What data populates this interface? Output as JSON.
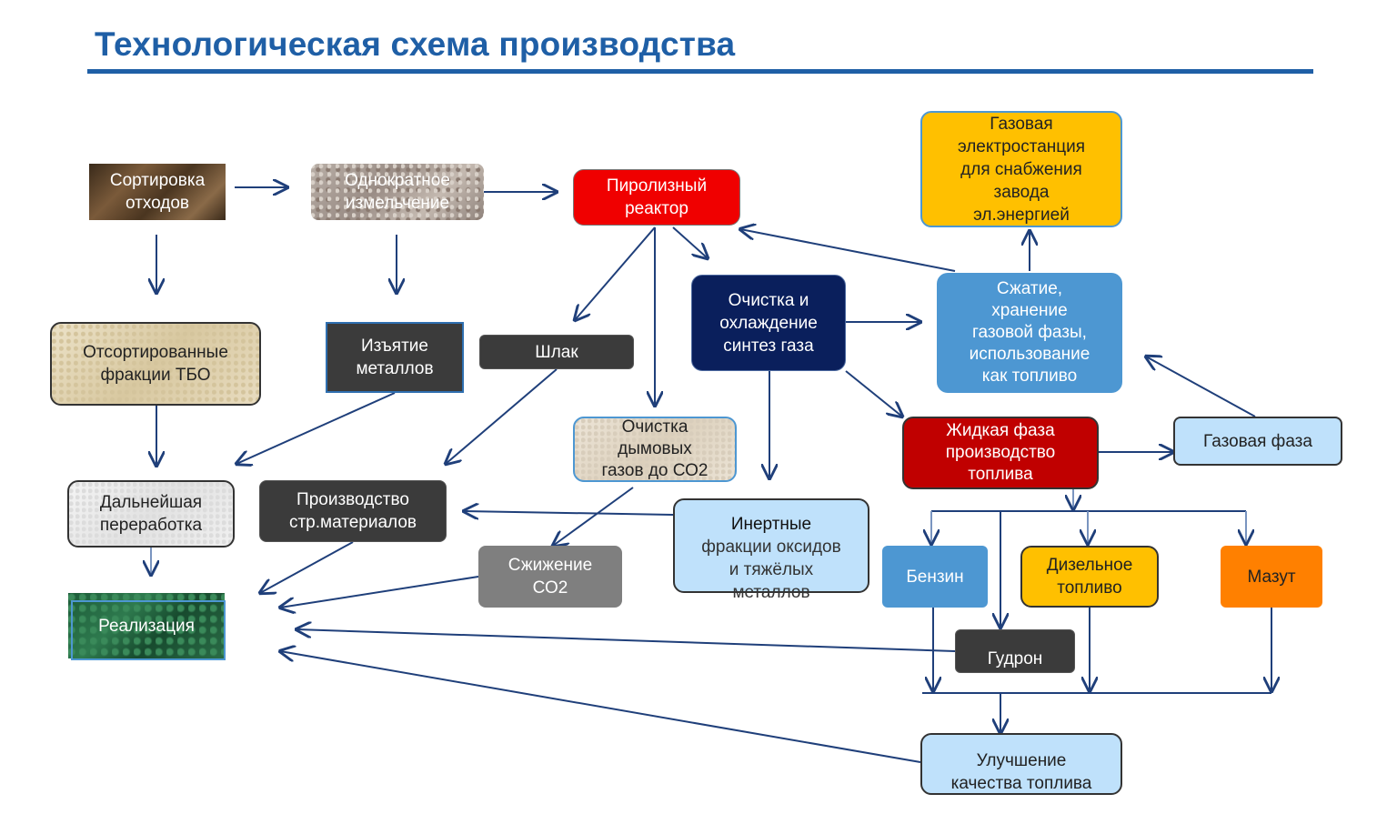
{
  "title": "Технологическая схема производства",
  "nodes": {
    "sorting": "Сортировка\nотходов",
    "shredding": "Однократное\nизмельчение",
    "reactor": "Пиролизный\nреактор",
    "power_plant": "Газовая\nэлектростанция\nдля снабжения\nзавода\nэл.энергией",
    "sorted_fractions": "Отсортированные\nфракции ТБО",
    "metal_removal": "Изъятие\nметаллов",
    "slag": "Шлак",
    "gas_cleaning": "Очистка и\nохлаждение\nсинтез газа",
    "compression": "Сжатие,\nхранение\nгазовой фазы,\nиспользование\nкак топливо",
    "flue_gas": "Очистка\nдымовых\nгазов до СО2",
    "liquid_phase": "Жидкая фаза\nпроизводство\nтоплива",
    "gas_phase": "Газовая фаза",
    "further_processing": "Дальнейшая\nпереработка",
    "building_materials": "Производство\nстр.материалов",
    "inert_title": "Инертные",
    "inert_rest": "фракции оксидов\nи тяжёлых\nметаллов",
    "co2": "Сжижение\nСО2",
    "gasoline": "Бензин",
    "diesel": "Дизельное\nтопливо",
    "fuel_oil": "Мазут",
    "sale": "Реализация",
    "tar": "Гудрон",
    "improvement": "Улучшение\nкачества топлива"
  },
  "colors": {
    "title": "#1f5fa6",
    "arrow": "#1f3f7a",
    "reactor": "#f00000",
    "power_plant": "#ffc000",
    "gas_cleaning": "#0a1f5c",
    "compression": "#4d97d2",
    "liquid_phase": "#c00000",
    "light_blue": "#bfe1fb",
    "dark_box": "#3b3b3b",
    "co2": "#7f7f7f",
    "gasoline": "#4d97d2",
    "diesel": "#ffc000",
    "fuel_oil": "#ff8000"
  }
}
